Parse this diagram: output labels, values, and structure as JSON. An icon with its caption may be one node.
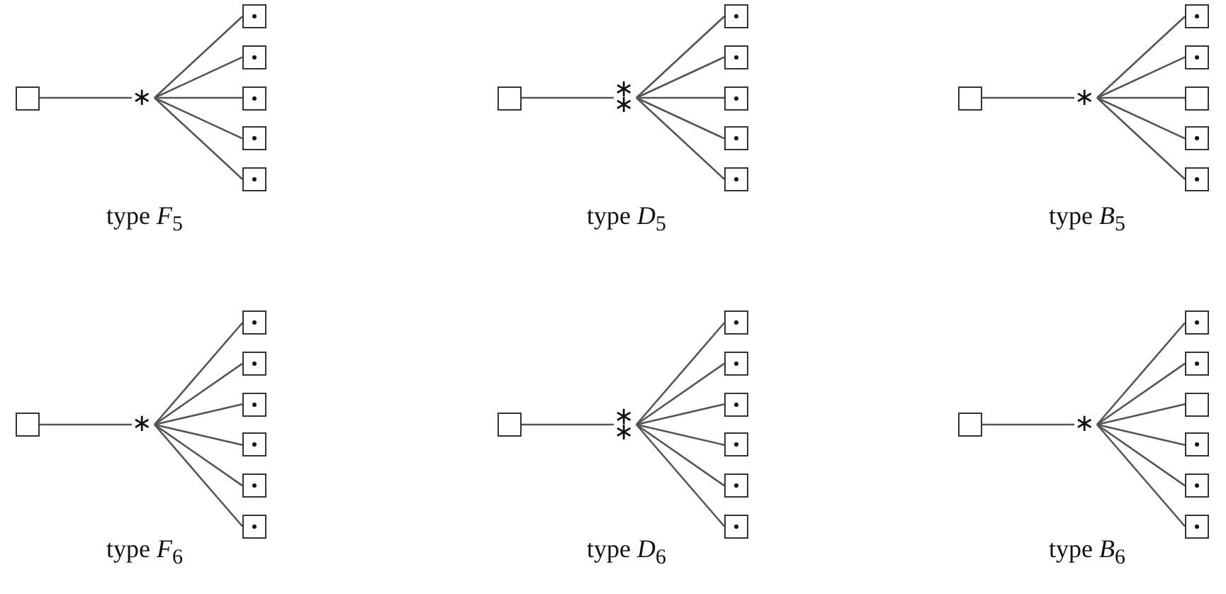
{
  "diagram": {
    "nodes": [
      {
        "text": [],
        "shape": "box"
      },
      {
        "text": [
          "∗"
        ]
      },
      {
        "text": [],
        "shape": "dotted-box"
      },
      {
        "text": [],
        "shape": "dotted-box"
      },
      {
        "text": [],
        "shape": "dotted-box"
      },
      {
        "text": [],
        "shape": "dotted-box"
      },
      {
        "text": [],
        "shape": "dotted-box"
      },
      {
        "text": [],
        "shape": "box"
      },
      {
        "text": [
          "∗ ∗"
        ]
      },
      {
        "text": [],
        "shape": "dotted-box"
      },
      {
        "text": [],
        "shape": "dotted-box"
      },
      {
        "text": [],
        "shape": "dotted-box"
      },
      {
        "text": [],
        "shape": "dotted-box"
      },
      {
        "text": [],
        "shape": "dotted-box"
      },
      {
        "text": [],
        "shape": "box"
      },
      {
        "text": [
          "∗"
        ]
      },
      {
        "text": [],
        "shape": "dotted-box"
      },
      {
        "text": [],
        "shape": "dotted-box"
      },
      {
        "text": [],
        "shape": "box"
      },
      {
        "text": [],
        "shape": "dotted-box"
      },
      {
        "text": [],
        "shape": "dotted-box"
      },
      {
        "text": [],
        "shape": "box"
      },
      {
        "text": [
          "∗"
        ]
      },
      {
        "text": [],
        "shape": "dotted-box"
      },
      {
        "text": [],
        "shape": "dotted-box"
      },
      {
        "text": [],
        "shape": "dotted-box"
      },
      {
        "text": [],
        "shape": "dotted-box"
      },
      {
        "text": [],
        "shape": "dotted-box"
      },
      {
        "text": [],
        "shape": "dotted-box"
      },
      {
        "text": [],
        "shape": "box"
      },
      {
        "text": [
          "∗ ∗"
        ]
      },
      {
        "text": [],
        "shape": "dotted-box"
      },
      {
        "text": [],
        "shape": "dotted-box"
      },
      {
        "text": [],
        "shape": "dotted-box"
      },
      {
        "text": [],
        "shape": "dotted-box"
      },
      {
        "text": [],
        "shape": "dotted-box"
      },
      {
        "text": [],
        "shape": "dotted-box"
      },
      {
        "text": [],
        "shape": "box"
      },
      {
        "text": [
          "∗"
        ]
      },
      {
        "text": [],
        "shape": "dotted-box"
      },
      {
        "text": [],
        "shape": "dotted-box"
      },
      {
        "text": [],
        "shape": "box"
      },
      {
        "text": [],
        "shape": "dotted-box"
      },
      {
        "text": [],
        "shape": "dotted-box"
      },
      {
        "text": [],
        "shape": "dotted-box"
      }
    ],
    "edges": [
      {
        "from": 0,
        "to": 1,
        "arrow": "none"
      },
      {
        "from": 1,
        "to": 2,
        "arrow": "none"
      },
      {
        "from": 1,
        "to": 3,
        "arrow": "none"
      },
      {
        "from": 1,
        "to": 4,
        "arrow": "none"
      },
      {
        "from": 1,
        "to": 5,
        "arrow": "none"
      },
      {
        "from": 1,
        "to": 6,
        "arrow": "none"
      },
      {
        "from": 7,
        "to": 8,
        "arrow": "none"
      },
      {
        "from": 8,
        "to": 9,
        "arrow": "none"
      },
      {
        "from": 8,
        "to": 10,
        "arrow": "none"
      },
      {
        "from": 8,
        "to": 11,
        "arrow": "none"
      },
      {
        "from": 8,
        "to": 12,
        "arrow": "none"
      },
      {
        "from": 8,
        "to": 13,
        "arrow": "none"
      },
      {
        "from": 14,
        "to": 15,
        "arrow": "none"
      },
      {
        "from": 15,
        "to": 16,
        "arrow": "none"
      },
      {
        "from": 15,
        "to": 17,
        "arrow": "none"
      },
      {
        "from": 15,
        "to": 18,
        "arrow": "none"
      },
      {
        "from": 15,
        "to": 19,
        "arrow": "none"
      },
      {
        "from": 15,
        "to": 20,
        "arrow": "none"
      },
      {
        "from": 21,
        "to": 22,
        "arrow": "none"
      },
      {
        "from": 22,
        "to": 23,
        "arrow": "none"
      },
      {
        "from": 22,
        "to": 24,
        "arrow": "none"
      },
      {
        "from": 22,
        "to": 25,
        "arrow": "none"
      },
      {
        "from": 22,
        "to": 26,
        "arrow": "none"
      },
      {
        "from": 22,
        "to": 27,
        "arrow": "none"
      },
      {
        "from": 22,
        "to": 28,
        "arrow": "none"
      },
      {
        "from": 29,
        "to": 30,
        "arrow": "none"
      },
      {
        "from": 30,
        "to": 31,
        "arrow": "none"
      },
      {
        "from": 30,
        "to": 32,
        "arrow": "none"
      },
      {
        "from": 30,
        "to": 33,
        "arrow": "none"
      },
      {
        "from": 30,
        "to": 34,
        "arrow": "none"
      },
      {
        "from": 30,
        "to": 35,
        "arrow": "none"
      },
      {
        "from": 30,
        "to": 36,
        "arrow": "none"
      },
      {
        "from": 37,
        "to": 38,
        "arrow": "none"
      },
      {
        "from": 38,
        "to": 39,
        "arrow": "none"
      },
      {
        "from": 38,
        "to": 40,
        "arrow": "none"
      },
      {
        "from": 38,
        "to": 41,
        "arrow": "none"
      },
      {
        "from": 38,
        "to": 42,
        "arrow": "none"
      },
      {
        "from": 38,
        "to": 43,
        "arrow": "none"
      },
      {
        "from": 38,
        "to": 44,
        "arrow": "none"
      }
    ],
    "labels": [
      "type *F*$_{5}$",
      "type *D*$_{5}$",
      "type *B*$_{5}$",
      "type *F*$_{6}$",
      "type *D*$_{6}$",
      "type *B*$_{6}$"
    ]
  }
}
